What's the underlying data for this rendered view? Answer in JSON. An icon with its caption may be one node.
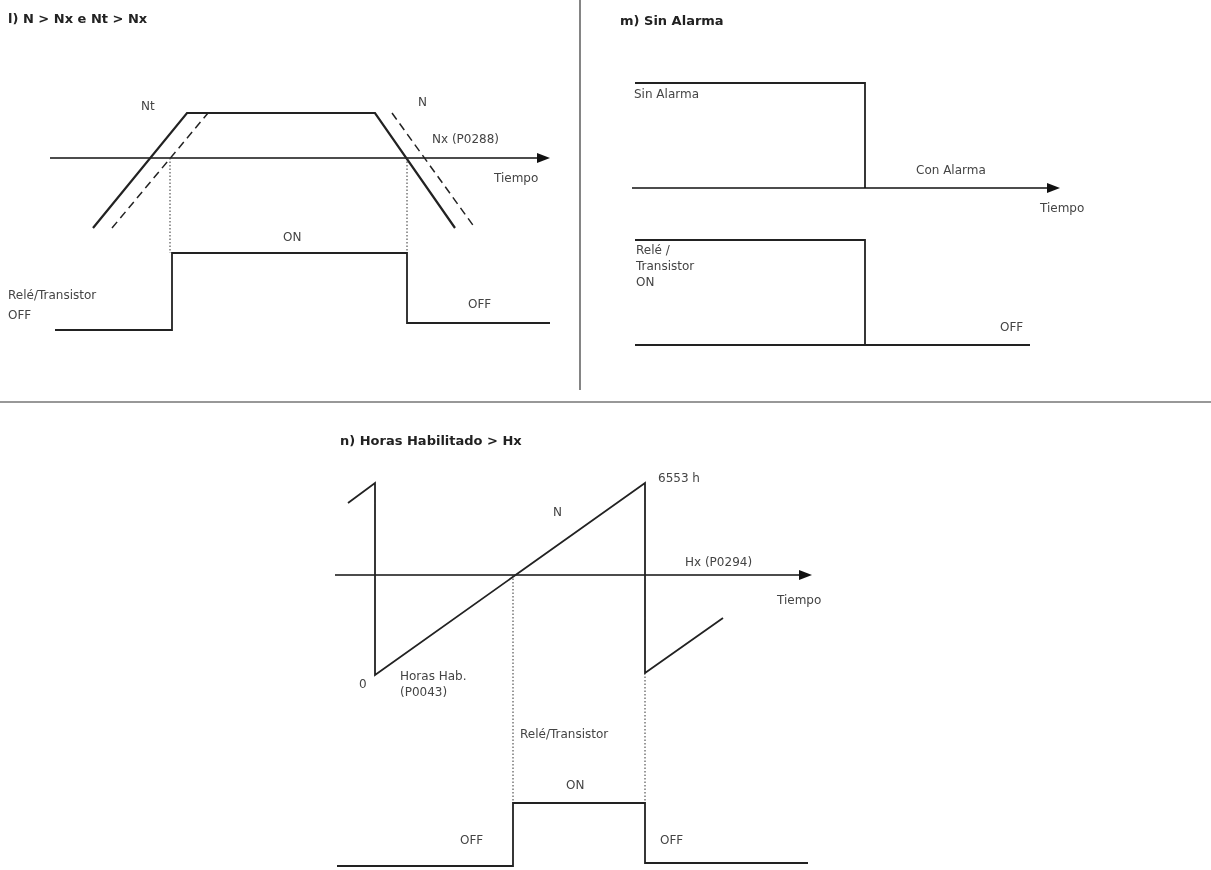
{
  "diagram": {
    "labels": [
      "l) N > Nx e Nt > Nx",
      "m) Sin Alarma",
      "Nt",
      "N",
      "Nx (P0288)",
      "Tiempo",
      "ON",
      "Relé/Transistor",
      "OFF",
      "OFF",
      "Sin Alarma",
      "Con Alarma",
      "Tiempo",
      "Relé / Transistor ON",
      "OFF",
      "n) Horas Habilitado > Hx",
      "6553 h",
      "N",
      "Hx (P0294)",
      "Tiempo",
      "0",
      "Horas Hab. (P0043)",
      "Relé/Transistor",
      "ON",
      "OFF",
      "OFF"
    ]
  }
}
